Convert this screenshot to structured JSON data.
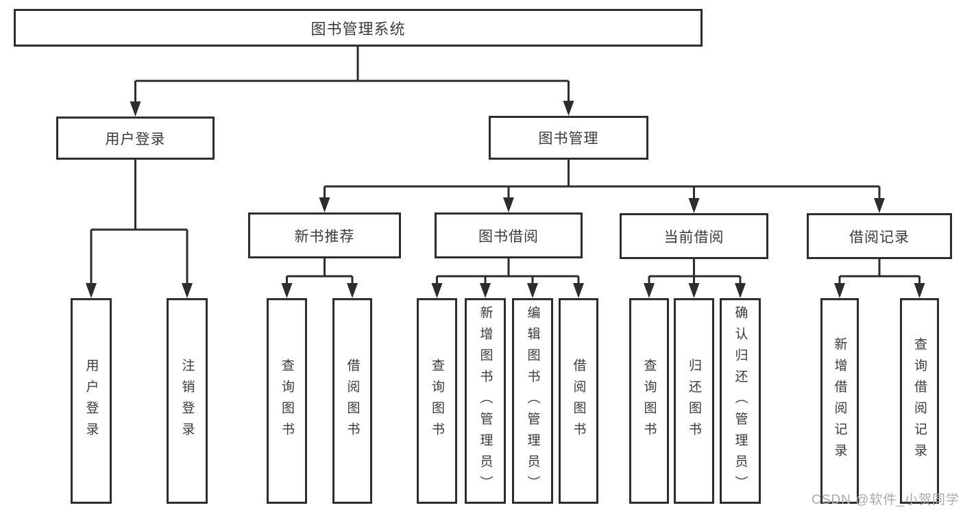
{
  "diagram": {
    "root": {
      "label": "图书管理系统"
    },
    "level2": [
      {
        "label": "用户登录"
      },
      {
        "label": "图书管理"
      }
    ],
    "level3": [
      {
        "label": "新书推荐"
      },
      {
        "label": "图书借阅"
      },
      {
        "label": "当前借阅"
      },
      {
        "label": "借阅记录"
      }
    ],
    "leaves": {
      "user_login": [
        {
          "label": "用户登录"
        },
        {
          "label": "注销登录"
        }
      ],
      "new_book_recommend": [
        {
          "label": "查询图书"
        },
        {
          "label": "借阅图书"
        }
      ],
      "book_borrowing": [
        {
          "label": "查询图书"
        },
        {
          "label": "新增图书（管理员）"
        },
        {
          "label": "编辑图书（管理员）"
        },
        {
          "label": "借阅图书"
        }
      ],
      "current_borrowing": [
        {
          "label": "查询图书"
        },
        {
          "label": "归还图书"
        },
        {
          "label": "确认归还（管理员）"
        }
      ],
      "borrowing_records": [
        {
          "label": "新增借阅记录"
        },
        {
          "label": "查询借阅记录"
        }
      ]
    }
  },
  "colors": {
    "line": "#2d2d2d",
    "text": "#3a3a3a",
    "watermark": "#a9a9a9",
    "background": "#ffffff"
  },
  "watermark": {
    "text": "CSDN @软件_小贺同学"
  }
}
